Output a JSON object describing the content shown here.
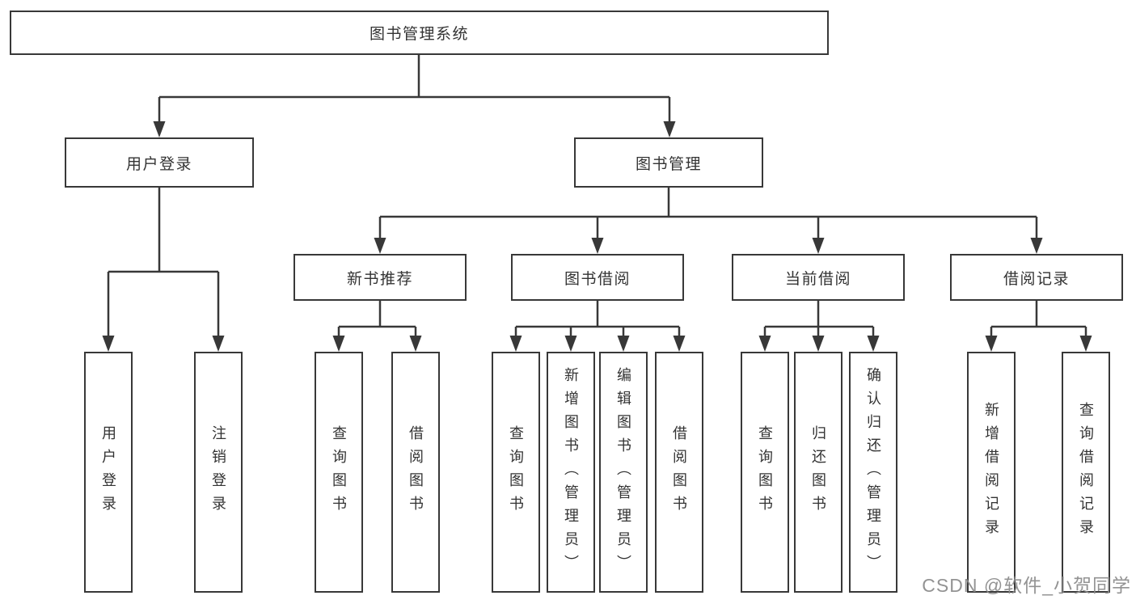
{
  "nodes": {
    "root": "图书管理系统",
    "user_login": "用户登录",
    "book_mgmt": "图书管理",
    "new_book_rec": "新书推荐",
    "book_borrow": "图书借阅",
    "current_borrow": "当前借阅",
    "borrow_records": "借阅记录",
    "leaf_user_login": "用户登录",
    "leaf_logout": "注销登录",
    "leaf_nbr_query_books": "查询图书",
    "leaf_nbr_borrow_books": "借阅图书",
    "leaf_bb_query_books": "查询图书",
    "leaf_bb_add_books_admin": "新增图书（管理员）",
    "leaf_bb_edit_books_admin": "编辑图书（管理员）",
    "leaf_bb_borrow_books": "借阅图书",
    "leaf_cb_query_books": "查询图书",
    "leaf_cb_return_books": "归还图书",
    "leaf_cb_confirm_return_admin": "确认归还（管理员）",
    "leaf_br_add_record": "新增借阅记录",
    "leaf_br_query_record": "查询借阅记录"
  },
  "watermark": "CSDN @软件_小贺同学",
  "colors": {
    "line": "#383838",
    "text": "#333333",
    "watermark": "#8a8a8a",
    "background": "#ffffff"
  }
}
